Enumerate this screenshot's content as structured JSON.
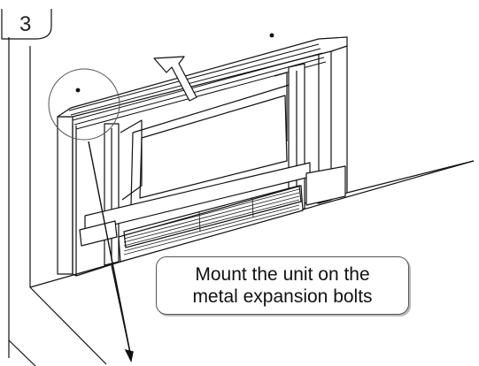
{
  "step": {
    "number": "3"
  },
  "callout": {
    "line1": "Mount the unit on the",
    "line2": "metal expansion bolts"
  },
  "colors": {
    "line": "#111111",
    "fill": "#ffffff",
    "grille": "#222222"
  }
}
